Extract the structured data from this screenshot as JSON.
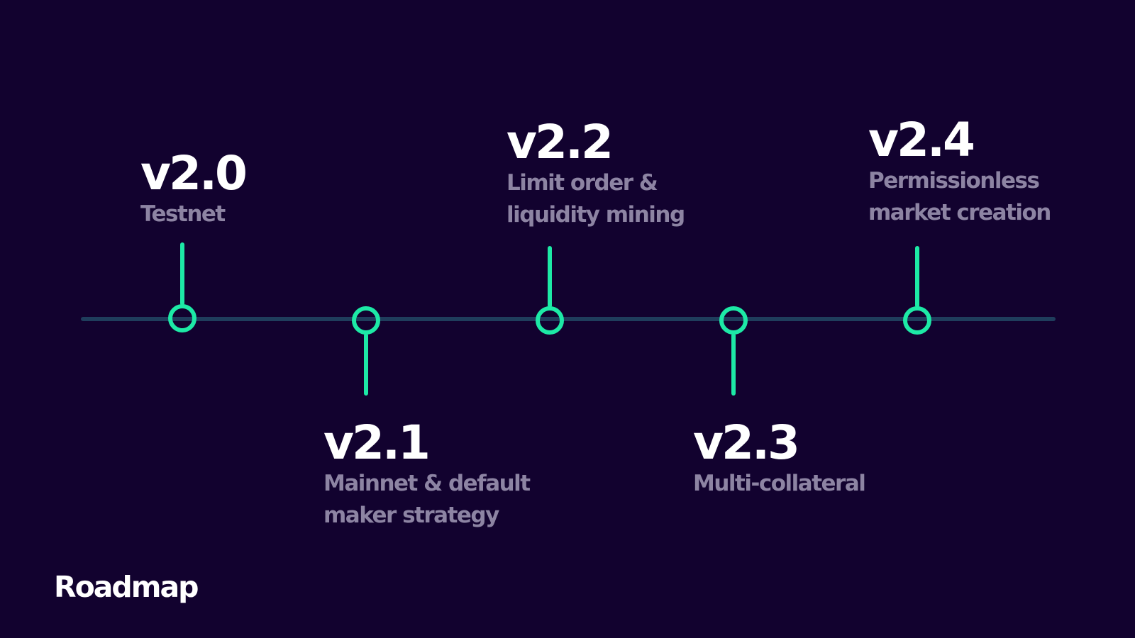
{
  "footer": {
    "title": "Roadmap"
  },
  "colors": {
    "background": "#12022f",
    "timeline_line": "#1f3d5c",
    "accent": "#1de9a6",
    "version_text": "#ffffff",
    "description_text": "#8d84a3"
  },
  "milestones": [
    {
      "version": "v2.0",
      "description": [
        "Testnet"
      ]
    },
    {
      "version": "v2.1",
      "description": [
        "Mainnet & default",
        "maker strategy"
      ]
    },
    {
      "version": "v2.2",
      "description": [
        "Limit order &",
        "liquidity mining"
      ]
    },
    {
      "version": "v2.3",
      "description": [
        "Multi-collateral"
      ]
    },
    {
      "version": "v2.4",
      "description": [
        "Permissionless",
        "market creation"
      ]
    }
  ]
}
